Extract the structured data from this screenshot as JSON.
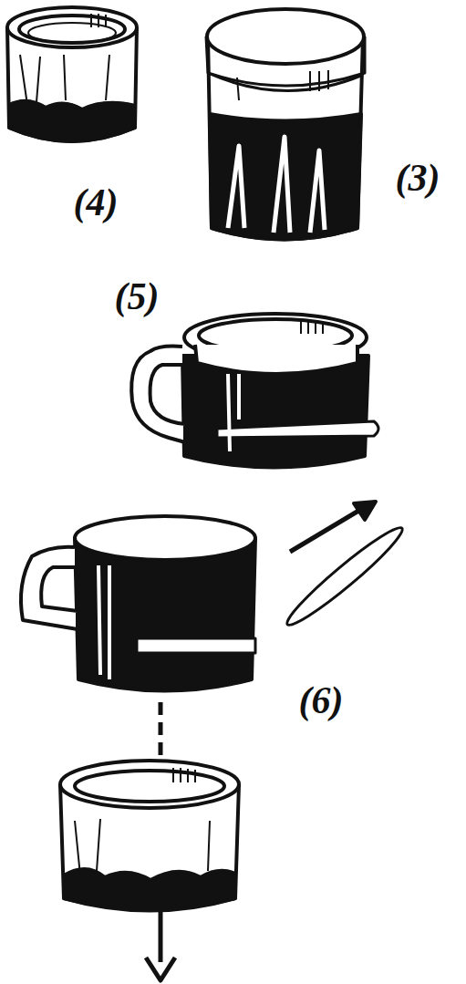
{
  "diagram": {
    "labels": [
      "(4)",
      "(3)",
      "(5)",
      "(6)"
    ]
  }
}
